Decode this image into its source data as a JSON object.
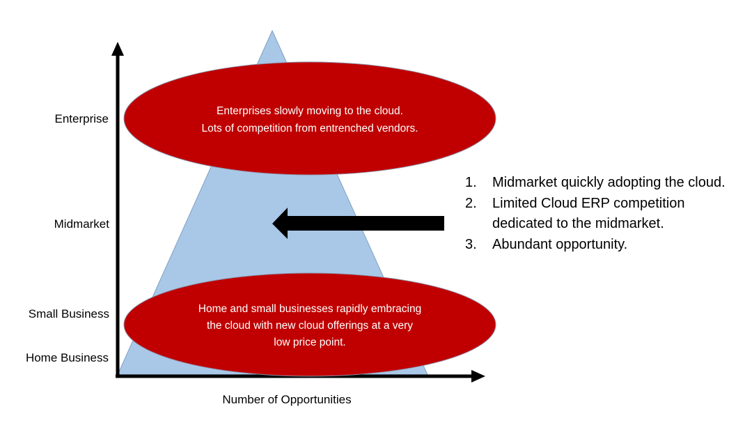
{
  "y_axis": {
    "levels": [
      "Enterprise",
      "Midmarket",
      "Small Business",
      "Home Business"
    ]
  },
  "x_axis": {
    "label": "Number of Opportunities"
  },
  "top_ellipse": {
    "lines": [
      "Enterprises slowly moving to the cloud.",
      "Lots of competition from entrenched vendors."
    ]
  },
  "bottom_ellipse": {
    "lines": [
      "Home and small businesses rapidly embracing",
      "the cloud with new cloud offerings at a very",
      "low price point."
    ]
  },
  "points": [
    {
      "num": "1.",
      "text": "Midmarket quickly adopting the cloud."
    },
    {
      "num": "2.",
      "text": "Limited Cloud ERP competition dedicated to the midmarket."
    },
    {
      "num": "3.",
      "text": "Abundant opportunity."
    }
  ],
  "colors": {
    "triangle_fill": "#a9c8e8",
    "triangle_stroke": "#7f9fc2",
    "ellipse_fill": "#c00000",
    "ellipse_stroke": "#8b8fa6",
    "ellipse_text": "#ffffff",
    "axis": "#000000"
  }
}
